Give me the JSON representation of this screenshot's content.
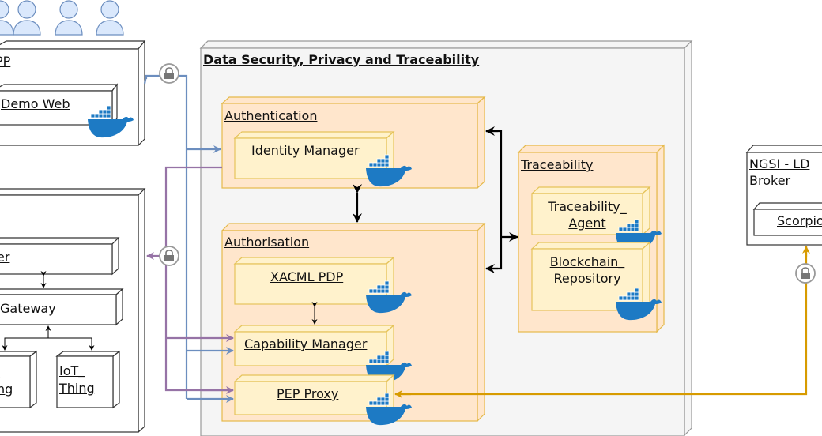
{
  "users": {
    "count": 5,
    "icon": "user-icon",
    "color": "#dae8fc",
    "stroke": "#6c8ebf"
  },
  "app_box": {
    "title": "PP",
    "child": "Demo Web"
  },
  "iot_box": {
    "child_top": "er",
    "gateway": "Gateway",
    "thing_left": "ng",
    "thing_left_top": "_",
    "thing_right_1": "IoT_",
    "thing_right_2": "Thing"
  },
  "security_block": {
    "title": "Data Security, Privacy and Traceability",
    "authentication": {
      "title": "Authentication",
      "identity_manager": "Identity Manager"
    },
    "authorisation": {
      "title": "Authorisation",
      "xacml_pdp": "XACML PDP",
      "capability_manager": "Capability Manager",
      "pep_proxy": "PEP Proxy"
    },
    "traceability": {
      "title": "Traceability",
      "agent_1": "Traceability_",
      "agent_2": "Agent",
      "repo_1": "Blockchain_",
      "repo_2": "Repository"
    }
  },
  "broker": {
    "title_1": "NGSI - LD",
    "title_2": "Broker",
    "child": "Scorpio"
  },
  "colors": {
    "blue_link": "#6c8ebf",
    "purple_link": "#9673a6",
    "orange_link": "#d79b00",
    "orange_fill": "#ffe6cc",
    "yellow_fill": "#fff2cc",
    "yellow_stroke": "#d6b656",
    "grey_fill": "#f5f5f5",
    "docker_blue": "#1d7ac4"
  }
}
